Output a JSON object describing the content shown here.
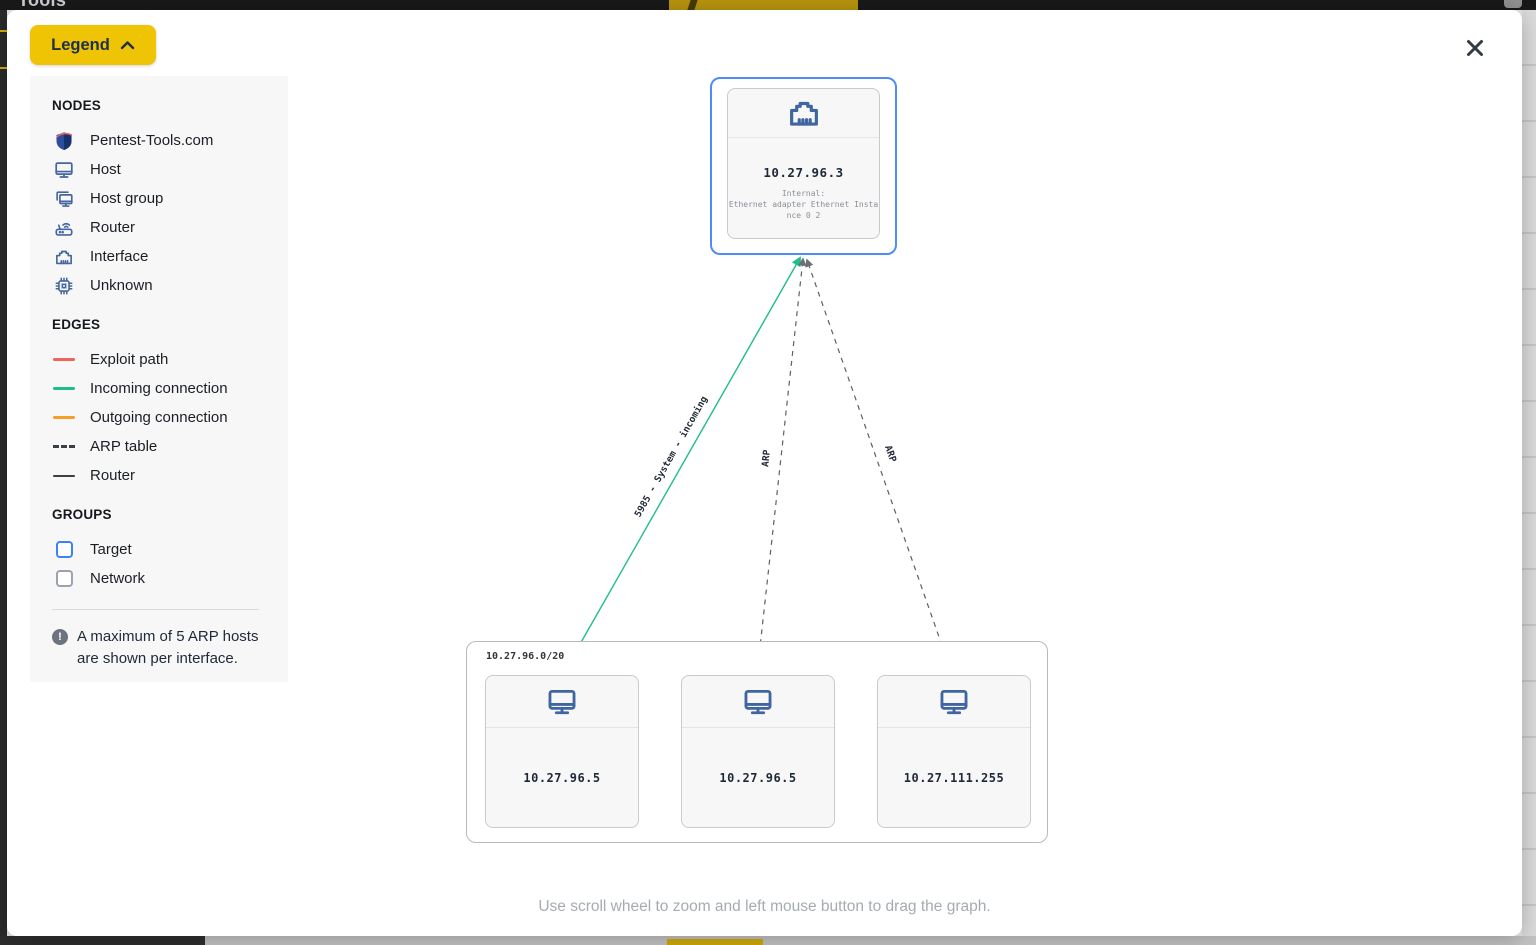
{
  "background": {
    "header_title": "Tools"
  },
  "modal": {
    "legend_button_label": "Legend",
    "legend": {
      "nodes_title": "NODES",
      "nodes": [
        {
          "icon": "pentest-tools-logo",
          "label": "Pentest-Tools.com"
        },
        {
          "icon": "host-icon",
          "label": "Host"
        },
        {
          "icon": "host-group-icon",
          "label": "Host group"
        },
        {
          "icon": "router-icon",
          "label": "Router"
        },
        {
          "icon": "interface-icon",
          "label": "Interface"
        },
        {
          "icon": "unknown-icon",
          "label": "Unknown"
        }
      ],
      "edges_title": "EDGES",
      "edges": [
        {
          "label": "Exploit path",
          "color": "#f2635d",
          "style": "solid"
        },
        {
          "label": "Incoming connection",
          "color": "#1fbd8a",
          "style": "solid"
        },
        {
          "label": "Outgoing connection",
          "color": "#f6a025",
          "style": "solid"
        },
        {
          "label": "ARP table",
          "color": "#3a4046",
          "style": "dashed"
        },
        {
          "label": "Router",
          "color": "#3a4046",
          "style": "solid"
        }
      ],
      "groups_title": "GROUPS",
      "groups": [
        {
          "label": "Target",
          "color": "#3b82f6"
        },
        {
          "label": "Network",
          "color": "#9ca3af"
        }
      ],
      "note": "A maximum of 5 ARP hosts are shown per interface."
    },
    "graph": {
      "interface_node": {
        "ip": "10.27.96.3",
        "details": [
          "Internal:",
          "Ethernet adapter Ethernet Insta",
          "nce 0 2"
        ]
      },
      "network_group": {
        "label": "10.27.96.0/20",
        "hosts": [
          "10.27.96.5",
          "10.27.96.5",
          "10.27.111.255"
        ]
      },
      "edge_labels": {
        "incoming": "5985 - System - incoming",
        "arp_left": "ARP",
        "arp_right": "ARP"
      }
    },
    "hint": "Use scroll wheel to zoom and left mouse button to drag the graph."
  },
  "colors": {
    "accent_yellow": "#eec405",
    "node_blue": "#45679f",
    "target_border": "#4f8cf7",
    "incoming_green": "#1fbd8a",
    "exploit_red": "#f2635d",
    "outgoing_orange": "#f6a025",
    "edge_dark": "#3a4046"
  }
}
